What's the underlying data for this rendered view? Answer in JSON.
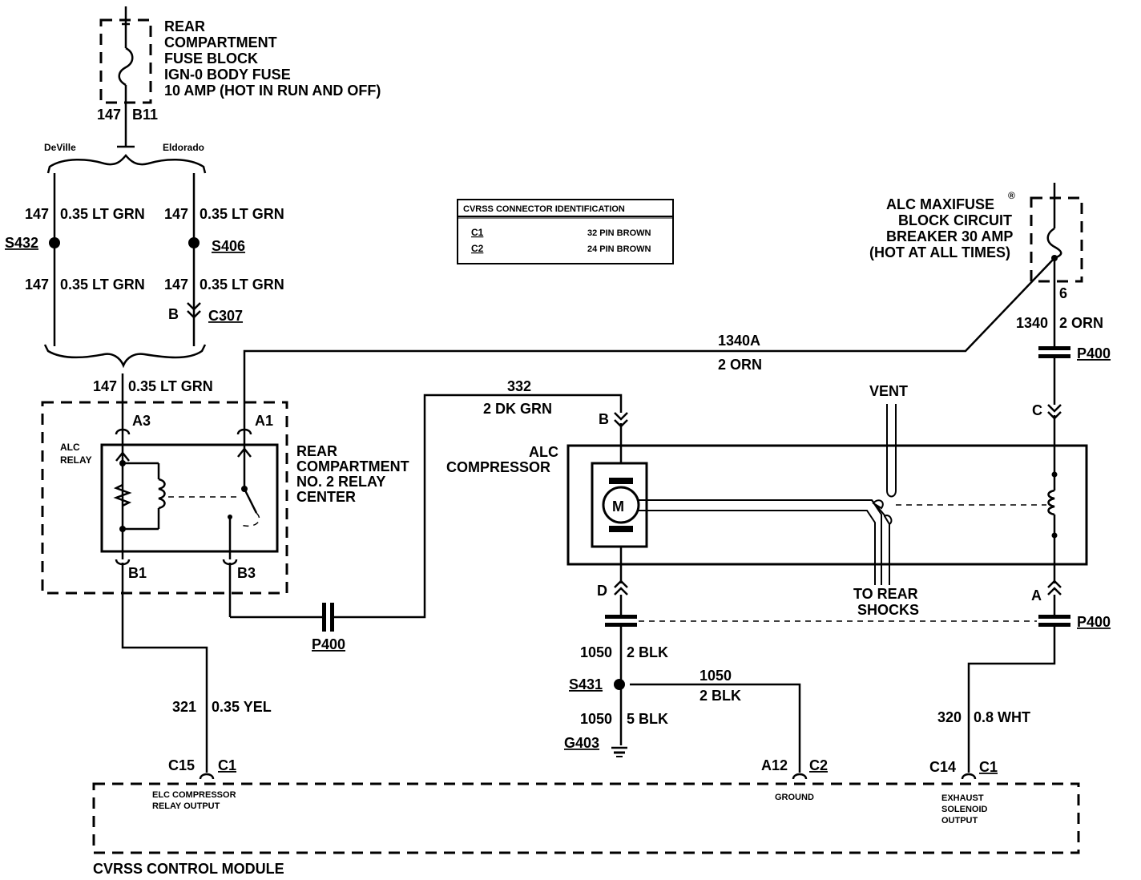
{
  "fuse_block": {
    "line1": "REAR",
    "line2": "COMPARTMENT",
    "line3": "FUSE BLOCK",
    "line4": "IGN-0 BODY FUSE",
    "line5": "10 AMP (HOT IN RUN AND OFF)",
    "circuit": "147",
    "terminal": "B11"
  },
  "variants": {
    "left": "DeVille",
    "right": "Eldorado"
  },
  "left_branch": {
    "circuit_top": "147",
    "wire_top": "0.35 LT GRN",
    "splice": "S432",
    "circuit_bottom": "147",
    "wire_bottom": "0.35 LT GRN"
  },
  "right_branch": {
    "circuit_top": "147",
    "wire_top": "0.35 LT GRN",
    "splice": "S406",
    "circuit_bottom": "147",
    "wire_bottom": "0.35 LT GRN",
    "connector_pin": "B",
    "connector": "C307"
  },
  "relay_feed": {
    "circuit": "147",
    "wire": "0.35 LT GRN"
  },
  "relay_center": {
    "line1": "REAR",
    "line2": "COMPARTMENT",
    "line3": "NO. 2 RELAY",
    "line4": "CENTER",
    "relay_label_1": "ALC",
    "relay_label_2": "RELAY",
    "pin_a3": "A3",
    "pin_a1": "A1",
    "pin_b1": "B1",
    "pin_b3": "B3"
  },
  "connector_table": {
    "title": "CVRSS CONNECTOR IDENTIFICATION",
    "rows": [
      {
        "id": "C1",
        "desc": "32 PIN BROWN"
      },
      {
        "id": "C2",
        "desc": "24 PIN BROWN"
      }
    ]
  },
  "maxifuse": {
    "line1": "ALC MAXIFUSE",
    "registered": "®",
    "line2": "BLOCK CIRCUIT",
    "line3": "BREAKER 30 AMP",
    "line4": "(HOT AT ALL TIMES)",
    "terminal": "6",
    "circuit": "1340",
    "wire": "2 ORN"
  },
  "wire_1340a": {
    "circuit": "1340A",
    "wire": "2 ORN"
  },
  "wire_332": {
    "circuit": "332",
    "wire": "2 DK GRN"
  },
  "compressor": {
    "line1": "ALC",
    "line2": "COMPRESSOR",
    "motor": "M",
    "pin_b": "B",
    "pin_d": "D",
    "pin_c": "C",
    "pin_a": "A",
    "vent": "VENT",
    "shocks_1": "TO REAR",
    "shocks_2": "SHOCKS"
  },
  "p400": {
    "label_left": "P400",
    "label_top_right": "P400",
    "label_bottom_right": "P400"
  },
  "ground_wire": {
    "circuit_1": "1050",
    "wire_1": "2 BLK",
    "splice": "S431",
    "circuit_2": "1050",
    "wire_2": "2 BLK",
    "circuit_3": "1050",
    "wire_3": "5 BLK",
    "ground": "G403"
  },
  "wire_321": {
    "circuit": "321",
    "wire": "0.35 YEL"
  },
  "wire_320": {
    "circuit": "320",
    "wire": "0.8 WHT"
  },
  "module": {
    "title": "CVRSS CONTROL MODULE",
    "pin1": "C15",
    "conn1": "C1",
    "desc1_1": "ELC COMPRESSOR",
    "desc1_2": "RELAY OUTPUT",
    "pin2": "A12",
    "conn2": "C2",
    "desc2": "GROUND",
    "pin3": "C14",
    "conn3": "C1",
    "desc3_1": "EXHAUST",
    "desc3_2": "SOLENOID",
    "desc3_3": "OUTPUT"
  }
}
